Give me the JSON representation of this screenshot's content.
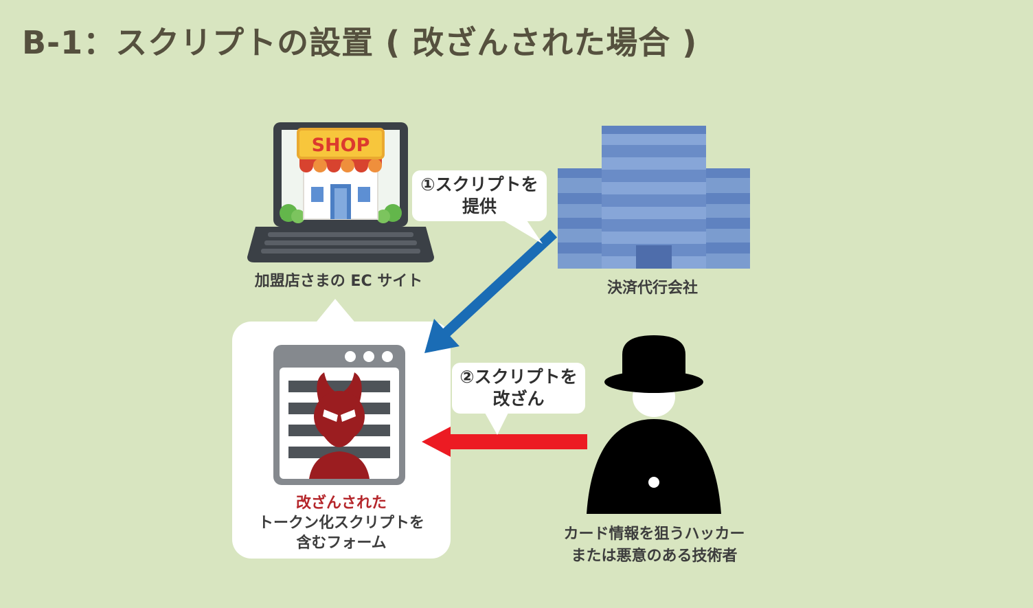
{
  "title": "B-1：スクリプトの設置 ( 改ざんされた場合 )",
  "colors": {
    "background": "#d8e5c0",
    "title_text": "#55503e",
    "blue_arrow": "#1a6cb5",
    "red_arrow": "#ec1b23",
    "tampered_text": "#b5262b",
    "label_text": "#3d3d3d",
    "bubble_background": "#ffffff"
  },
  "nodes": {
    "ec_site": {
      "label": "加盟店さまの EC サイト",
      "shop_sign": "SHOP",
      "icon": "laptop-shop-icon"
    },
    "payment_company": {
      "label": "決済代行会社",
      "icon": "server-building-icon"
    },
    "tampered_form": {
      "line1": "改ざんされた",
      "line2": "トークン化スクリプトを",
      "line3": "含むフォーム",
      "icon": "browser-devil-icon"
    },
    "hacker": {
      "line1": "カード情報を狙うハッカー",
      "line2": "または悪意のある技術者",
      "icon": "hacker-icon"
    }
  },
  "callouts": {
    "provide_script": {
      "line1": "①スクリプトを",
      "line2": "提供"
    },
    "tamper_script": {
      "line1": "②スクリプトを",
      "line2": "改ざん"
    }
  }
}
